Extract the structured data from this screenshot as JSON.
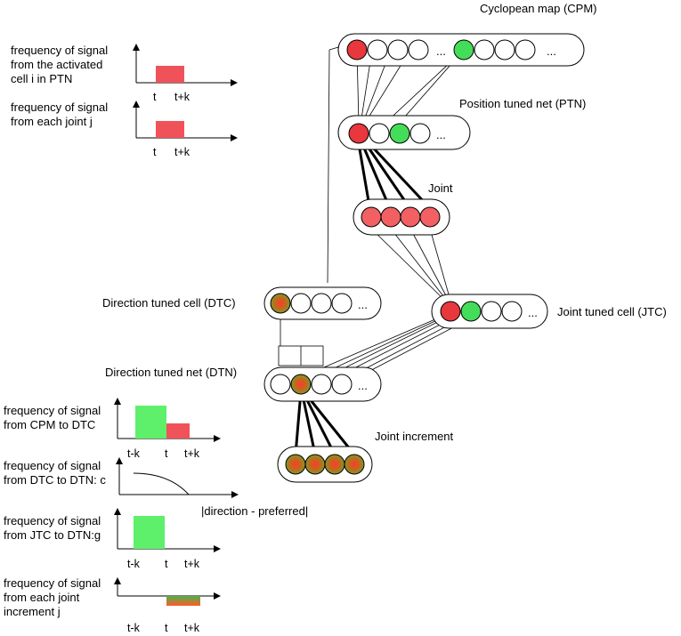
{
  "layers": {
    "cpm": {
      "label": "Cyclopean map (CPM)",
      "ellipsis": [
        "...",
        "..."
      ]
    },
    "ptn": {
      "label": "Position tuned net (PTN)",
      "ellipsis": "..."
    },
    "joint": {
      "label": "Joint"
    },
    "dtc": {
      "label": "Direction tuned cell (DTC)",
      "ellipsis": "..."
    },
    "jtc": {
      "label": "Joint tuned cell (JTC)",
      "ellipsis": "..."
    },
    "dtn": {
      "label": "Direction tuned net (DTN)",
      "ellipsis": "..."
    },
    "joint_increment": {
      "label": "Joint increment"
    }
  },
  "plots": {
    "ptn_signal": {
      "lines": [
        "frequency of signal",
        "from the activated",
        "cell i in  PTN"
      ],
      "ticks": [
        "t",
        "t+k"
      ]
    },
    "joint_signal": {
      "lines": [
        "frequency of signal",
        "from each joint j"
      ],
      "ticks": [
        "t",
        "t+k"
      ]
    },
    "cpm_dtc": {
      "lines": [
        "frequency of signal",
        "from CPM to DTC"
      ],
      "ticks": [
        "t-k",
        "t",
        "t+k"
      ]
    },
    "dtc_dtn": {
      "lines": [
        "frequency of signal",
        "from DTC to DTN: c"
      ],
      "xlabel": "|direction -  preferred|"
    },
    "jtc_dtn": {
      "lines": [
        "frequency of signal",
        "from JTC to DTN:g"
      ],
      "ticks": [
        "t-k",
        "t",
        "t+k"
      ]
    },
    "increment_signal": {
      "lines": [
        "frequency of signal",
        "from each joint",
        "increment j"
      ],
      "ticks": [
        "t-k",
        "t",
        "t+k"
      ]
    }
  },
  "colors": {
    "red": "#e8383d",
    "green": "#44dd5a",
    "salmon": "#f26063",
    "light_red": "#f0525a",
    "light_green": "#5ef06a",
    "olive": "#8a9a2a",
    "orange": "#f05a28"
  }
}
